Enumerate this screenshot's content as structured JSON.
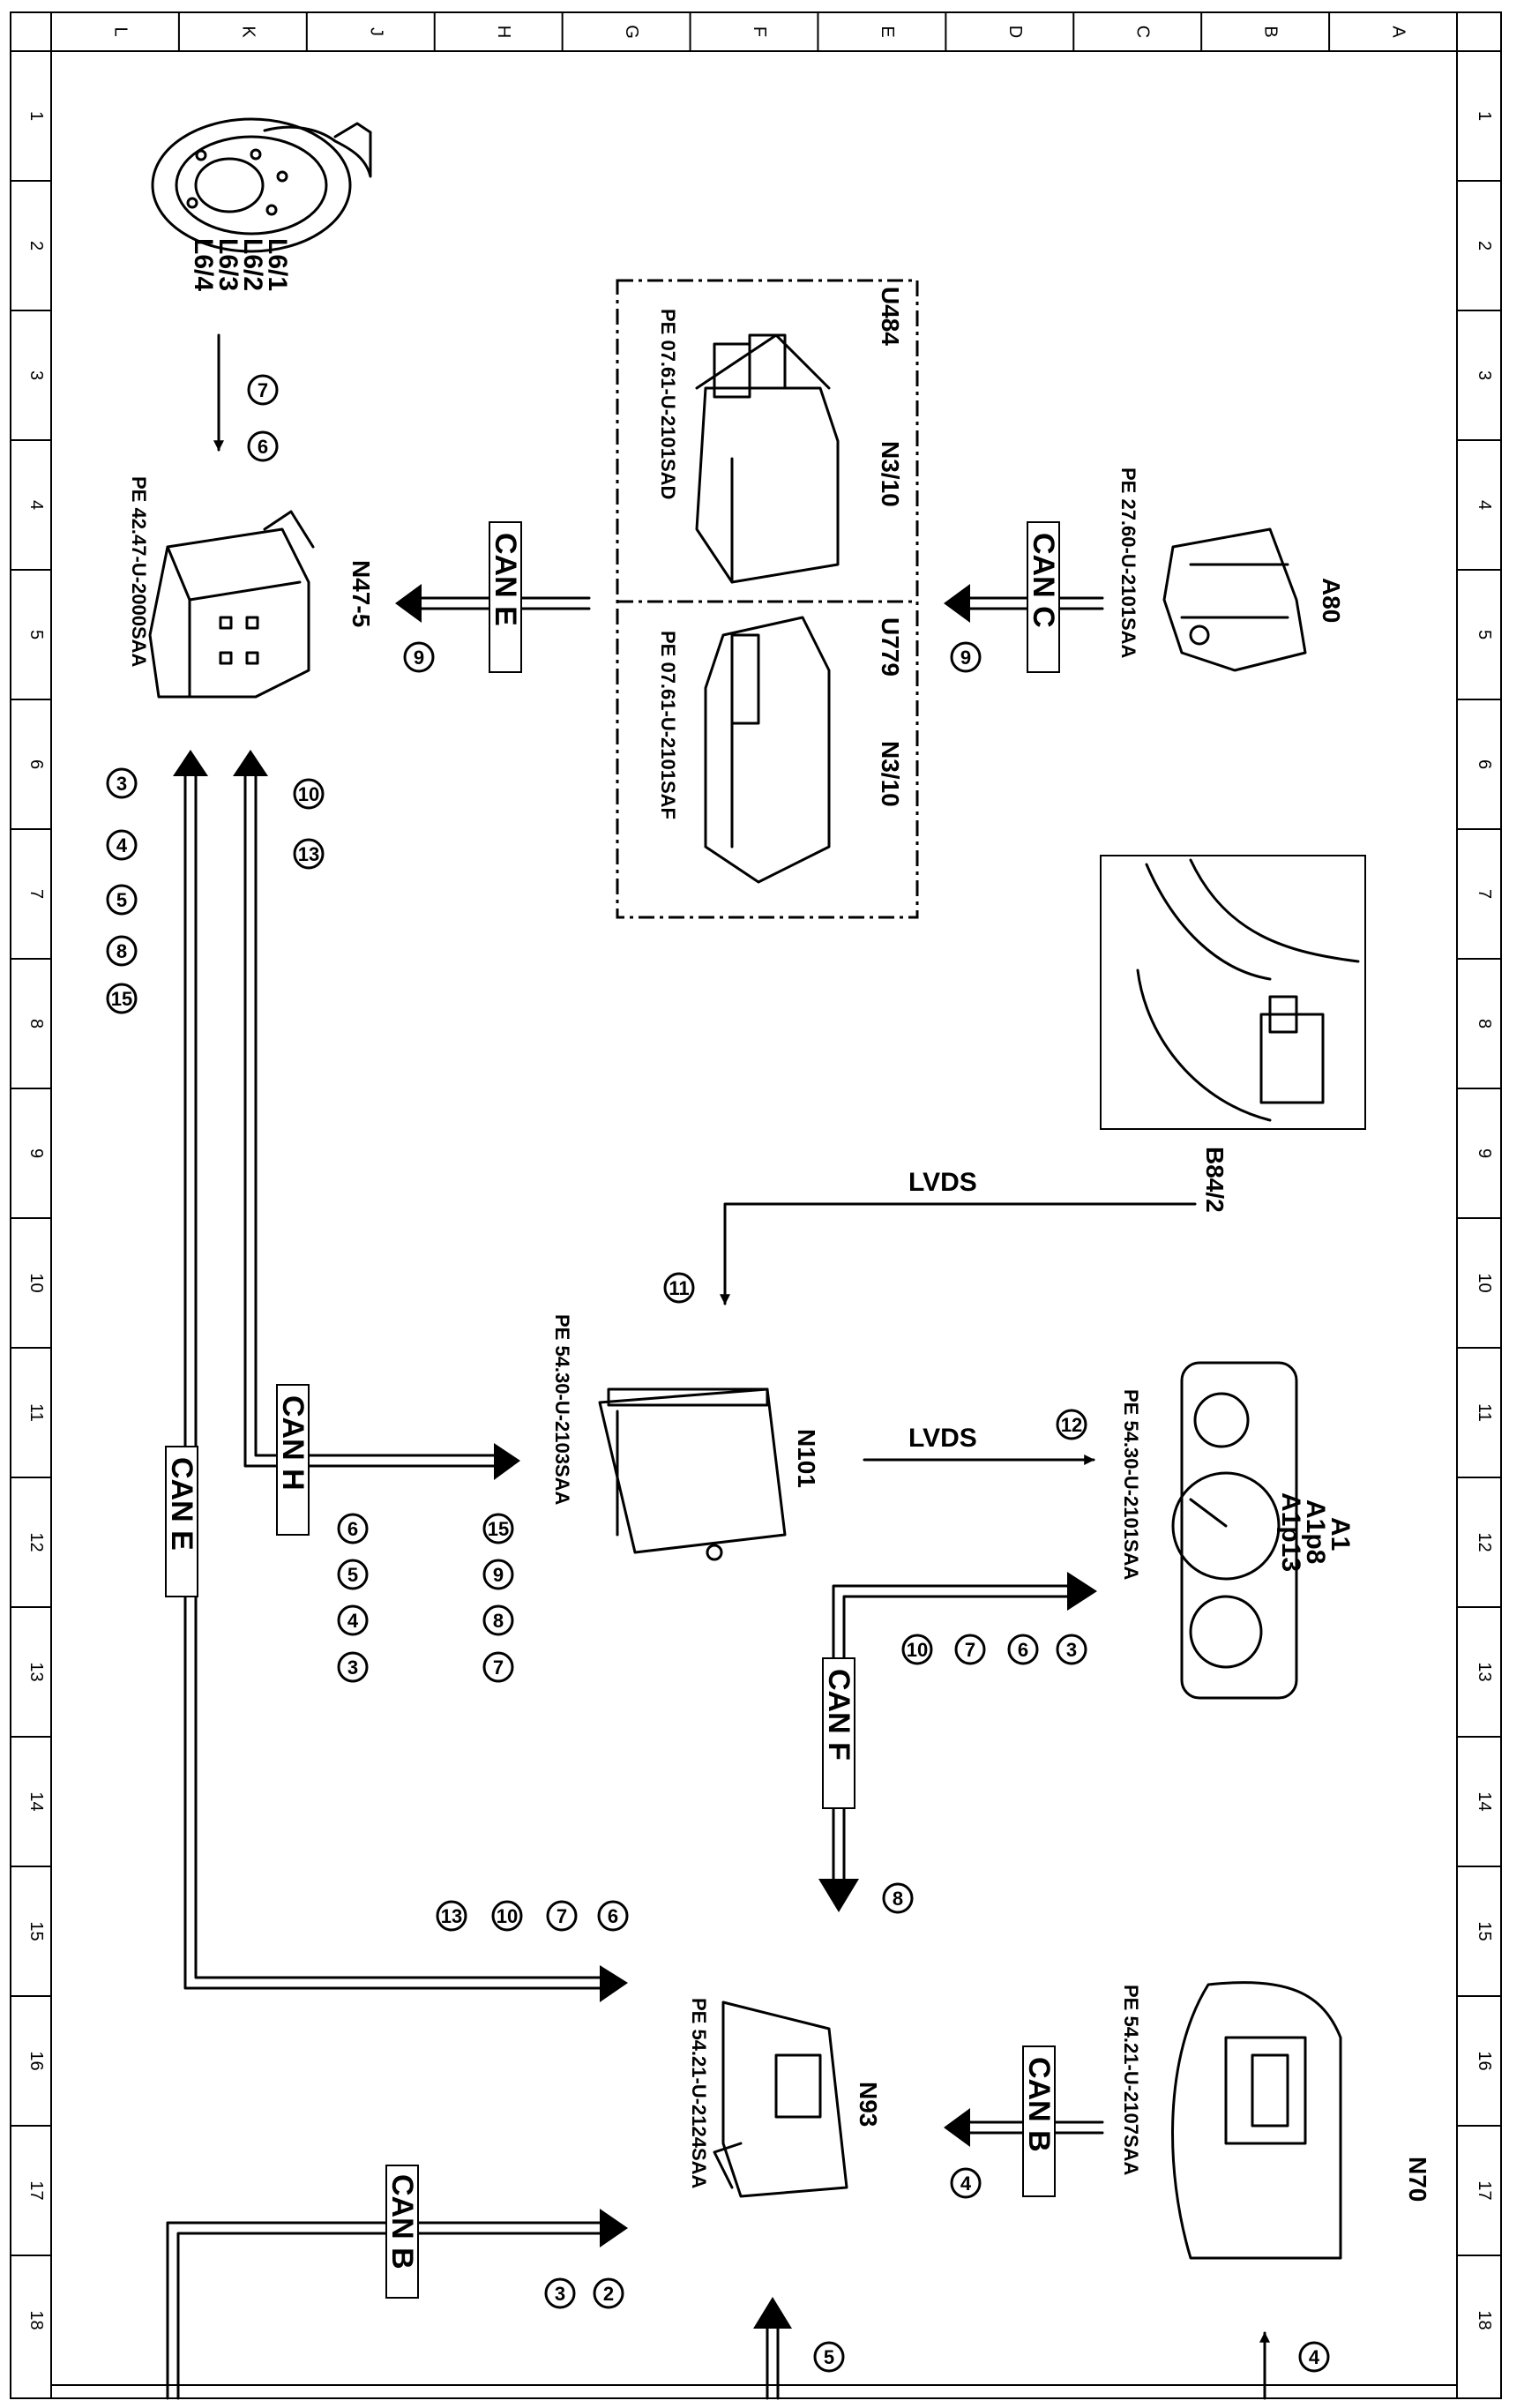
{
  "frame": {
    "columns": [
      "L",
      "K",
      "J",
      "H",
      "G",
      "F",
      "E",
      "D",
      "C",
      "B",
      "A"
    ],
    "rows": [
      "1",
      "2",
      "3",
      "4",
      "5",
      "6",
      "7",
      "8",
      "9",
      "10",
      "11",
      "12",
      "13",
      "14",
      "15",
      "16",
      "17",
      "18"
    ]
  },
  "components": {
    "L6": {
      "lines": [
        "L6/1",
        "L6/2",
        "L6/3",
        "L6/4"
      ]
    },
    "U484": {
      "code": "U484",
      "name": "N3/10",
      "pe": "PE 07.61-U-2101SAD"
    },
    "U779": {
      "code": "U779",
      "name": "N3/10",
      "pe": "PE 07.61-U-2101SAF"
    },
    "A80": {
      "name": "A80",
      "pe": "PE 27.60-U-2101SAA"
    },
    "N47": {
      "name": "N47-5",
      "pe": "PE 42.47-U-2000SAA"
    },
    "B84": {
      "name": "B84/2"
    },
    "N101": {
      "name": "N101",
      "pe": "PE 54.30-U-2103SAA"
    },
    "A1": {
      "lines": [
        "A1",
        "A1p8",
        "A1p13"
      ],
      "pe": "PE 54.30-U-2101SAA"
    },
    "N93": {
      "name": "N93",
      "pe": "PE 54.21-U-2124SAA"
    },
    "N70": {
      "name": "N70",
      "pe": "PE 54.21-U-2107SAA"
    }
  },
  "buses": {
    "can_e_top": "CAN E",
    "can_c": "CAN C",
    "can_h": "CAN H",
    "can_e_main": "CAN E",
    "can_f": "CAN F",
    "can_b_n70": "CAN B",
    "can_b_bottom": "CAN B",
    "lvds_b84": "LVDS",
    "lvds_a1": "LVDS"
  },
  "markers": {
    "l6_a": "7",
    "l6_b": "6",
    "n47_9": "9",
    "a80_9": "9",
    "n47_list": [
      "3",
      "4",
      "5",
      "8",
      "15"
    ],
    "canh_top": [
      "10",
      "13"
    ],
    "n101_col1": [
      "6",
      "5",
      "4",
      "3"
    ],
    "n101_col2": [
      "15",
      "9",
      "8",
      "7"
    ],
    "n101_11": "11",
    "a1_12": "12",
    "a1_list": [
      "3",
      "6",
      "7",
      "10"
    ],
    "canf_8": "8",
    "n93_list": [
      "6",
      "7",
      "10",
      "13"
    ],
    "n70_4": "4",
    "bottom_pair": [
      "2",
      "3"
    ],
    "bottom_5": "5",
    "bottom_4": "4"
  }
}
